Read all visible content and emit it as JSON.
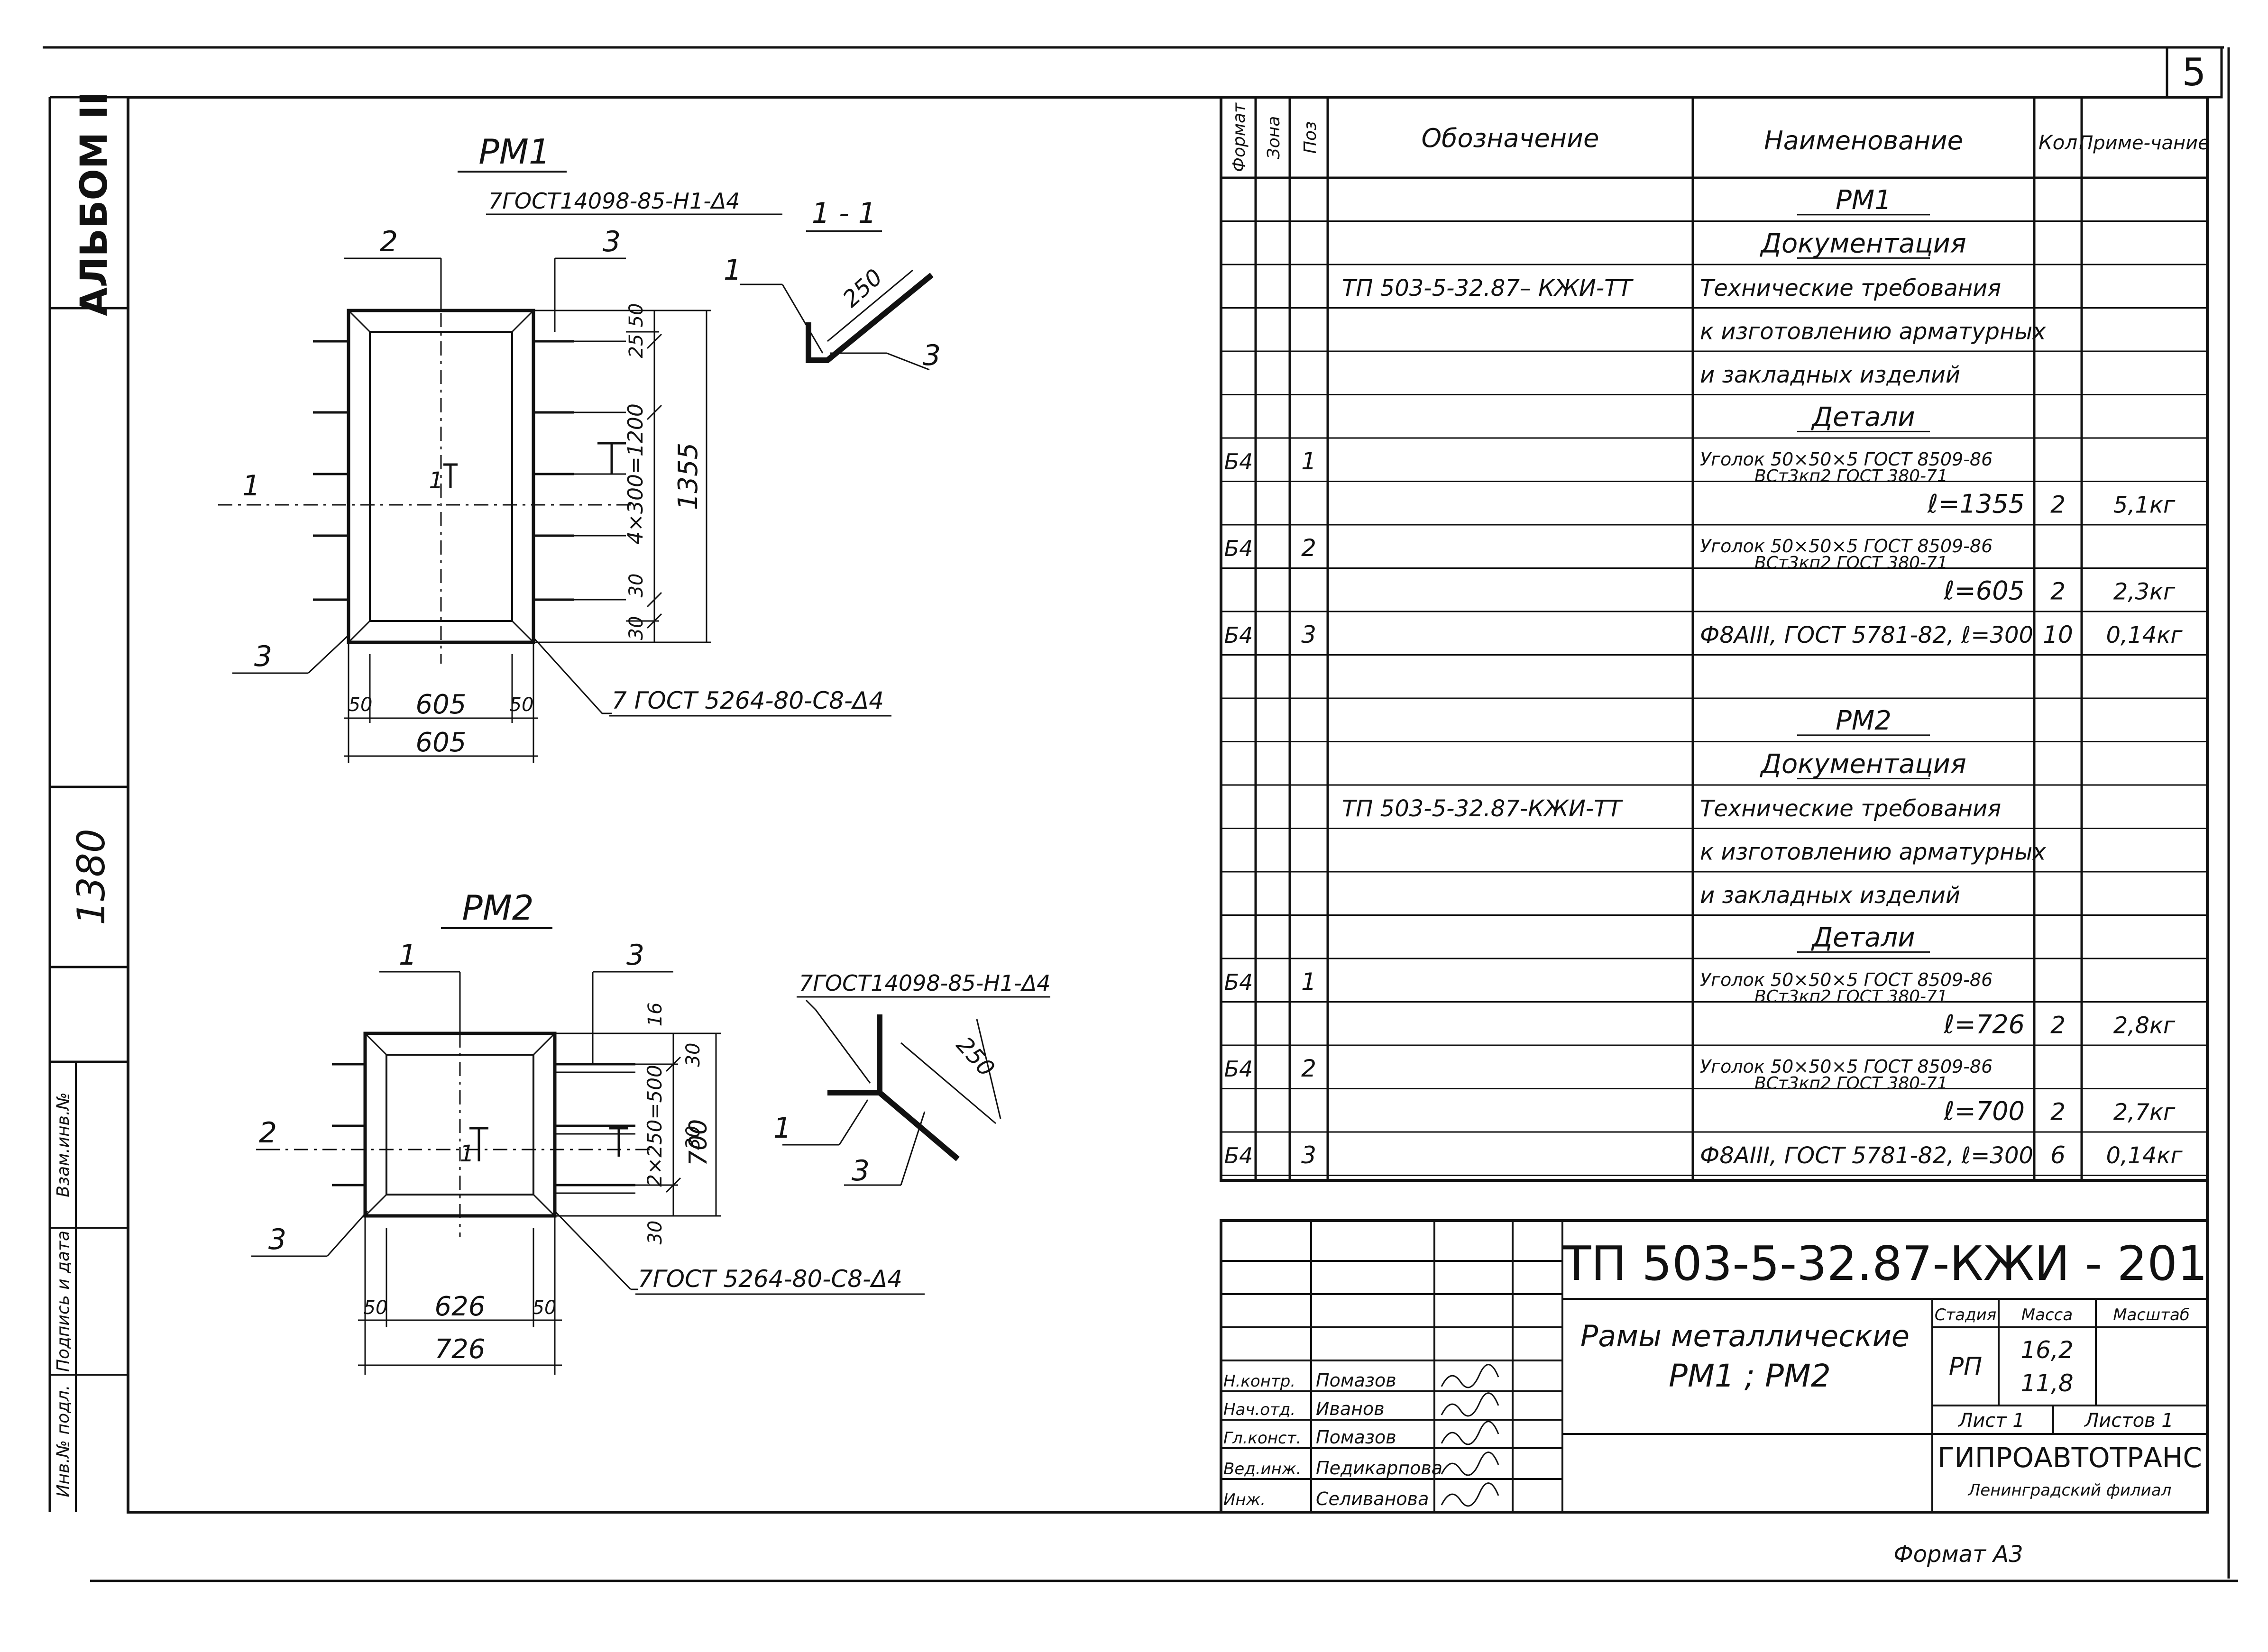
{
  "sheet": {
    "page_number": "5",
    "album": "АЛЬБОМ II",
    "album_number": "1380",
    "side_stamp": [
      "Инв.№ подл.",
      "Подпись и дата",
      "Взам.инв.№"
    ],
    "format": "Формат А3"
  },
  "drawings": {
    "rm1": {
      "title": "РМ1",
      "weld_top": "7ГОСТ14098-85-Н1-Δ4",
      "weld_bottom": "7 ГОСТ 5264-80-С8-Δ4",
      "section_label": "1 - 1",
      "section_dim": "250",
      "positions": [
        "1",
        "2",
        "3",
        "3",
        "1",
        "3"
      ],
      "dims": {
        "d50a": "50",
        "d25": "25",
        "d4x300": "4×300=1200",
        "d30": "30",
        "d30b": "30",
        "d1355": "1355",
        "bw50a": "50",
        "bw605": "605",
        "bw50b": "50",
        "bw605_total": "605"
      },
      "section_mark": "1"
    },
    "rm2": {
      "title": "РМ2",
      "weld_top": "7ГОСТ14098-85-Н1-Δ4",
      "weld_bottom": "7ГОСТ 5264-80-С8-Δ4",
      "section_dim": "250",
      "positions": [
        "1",
        "3",
        "2",
        "3",
        "1",
        "3"
      ],
      "dims": {
        "d16": "16",
        "d30": "30",
        "d2x250": "2×250=500",
        "d30b": "30",
        "d700": "700",
        "d30c": "30",
        "bw50a": "50",
        "bw626": "626",
        "bw50b": "50",
        "bw726": "726"
      },
      "section_mark": "1"
    }
  },
  "spec": {
    "headers": {
      "format": "Формат",
      "zone": "Зона",
      "pos": "Поз",
      "designation": "Обозначение",
      "name": "Наименование",
      "qty": "Кол",
      "note": "Приме-чание"
    },
    "rows": [
      {
        "f": "",
        "z": "",
        "p": "",
        "d": "",
        "n": "РМ1",
        "n2": "",
        "q": "",
        "m": "",
        "style": "title"
      },
      {
        "f": "",
        "z": "",
        "p": "",
        "d": "",
        "n": "Документация",
        "n2": "",
        "q": "",
        "m": "",
        "style": "title"
      },
      {
        "f": "",
        "z": "",
        "p": "",
        "d": "ТП 503-5-32.87– КЖИ-ТТ",
        "n": "Технические требования",
        "n2": "",
        "q": "",
        "m": "",
        "style": ""
      },
      {
        "f": "",
        "z": "",
        "p": "",
        "d": "",
        "n": "к изготовлению арматурных",
        "n2": "",
        "q": "",
        "m": "",
        "style": ""
      },
      {
        "f": "",
        "z": "",
        "p": "",
        "d": "",
        "n": "и закладных изделий",
        "n2": "",
        "q": "",
        "m": "",
        "style": ""
      },
      {
        "f": "",
        "z": "",
        "p": "",
        "d": "",
        "n": "Детали",
        "n2": "",
        "q": "",
        "m": "",
        "style": "title"
      },
      {
        "f": "Б4",
        "z": "",
        "p": "1",
        "d": "",
        "n": "Уголок 50×50×5 ГОСТ 8509-86",
        "n2": "ВСт3кп2 ГОСТ 380-71",
        "q": "",
        "m": "",
        "style": "frac"
      },
      {
        "f": "",
        "z": "",
        "p": "",
        "d": "",
        "n": "ℓ=1355",
        "n2": "",
        "q": "2",
        "m": "5,1кг",
        "style": "right"
      },
      {
        "f": "Б4",
        "z": "",
        "p": "2",
        "d": "",
        "n": "Уголок 50×50×5 ГОСТ 8509-86",
        "n2": "ВСт3кп2 ГОСТ 380-71",
        "q": "",
        "m": "",
        "style": "frac"
      },
      {
        "f": "",
        "z": "",
        "p": "",
        "d": "",
        "n": "ℓ=605",
        "n2": "",
        "q": "2",
        "m": "2,3кг",
        "style": "right"
      },
      {
        "f": "Б4",
        "z": "",
        "p": "3",
        "d": "",
        "n": "Ф8АIII, ГОСТ 5781-82, ℓ=300",
        "n2": "",
        "q": "10",
        "m": "0,14кг",
        "style": ""
      },
      {
        "f": "",
        "z": "",
        "p": "",
        "d": "",
        "n": "",
        "n2": "",
        "q": "",
        "m": "",
        "style": ""
      },
      {
        "f": "",
        "z": "",
        "p": "",
        "d": "",
        "n": "РМ2",
        "n2": "",
        "q": "",
        "m": "",
        "style": "title"
      },
      {
        "f": "",
        "z": "",
        "p": "",
        "d": "",
        "n": "Документация",
        "n2": "",
        "q": "",
        "m": "",
        "style": "title"
      },
      {
        "f": "",
        "z": "",
        "p": "",
        "d": "ТП 503-5-32.87-КЖИ-ТТ",
        "n": "Технические требования",
        "n2": "",
        "q": "",
        "m": "",
        "style": ""
      },
      {
        "f": "",
        "z": "",
        "p": "",
        "d": "",
        "n": "к изготовлению арматурных",
        "n2": "",
        "q": "",
        "m": "",
        "style": ""
      },
      {
        "f": "",
        "z": "",
        "p": "",
        "d": "",
        "n": "и закладных изделий",
        "n2": "",
        "q": "",
        "m": "",
        "style": ""
      },
      {
        "f": "",
        "z": "",
        "p": "",
        "d": "",
        "n": "Детали",
        "n2": "",
        "q": "",
        "m": "",
        "style": "title"
      },
      {
        "f": "Б4",
        "z": "",
        "p": "1",
        "d": "",
        "n": "Уголок 50×50×5 ГОСТ 8509-86",
        "n2": "ВСт3кп2 ГОСТ 380-71",
        "q": "",
        "m": "",
        "style": "frac"
      },
      {
        "f": "",
        "z": "",
        "p": "",
        "d": "",
        "n": "ℓ=726",
        "n2": "",
        "q": "2",
        "m": "2,8кг",
        "style": "right"
      },
      {
        "f": "Б4",
        "z": "",
        "p": "2",
        "d": "",
        "n": "Уголок 50×50×5 ГОСТ 8509-86",
        "n2": "ВСт3кп2 ГОСТ 380-71",
        "q": "",
        "m": "",
        "style": "frac"
      },
      {
        "f": "",
        "z": "",
        "p": "",
        "d": "",
        "n": "ℓ=700",
        "n2": "",
        "q": "2",
        "m": "2,7кг",
        "style": "right"
      },
      {
        "f": "Б4",
        "z": "",
        "p": "3",
        "d": "",
        "n": "Ф8АIII, ГОСТ 5781-82, ℓ=300",
        "n2": "",
        "q": "6",
        "m": "0,14кг",
        "style": ""
      }
    ]
  },
  "title_block": {
    "code": "ТП 503-5-32.87-КЖИ - 201",
    "name_line1": "Рамы металлические",
    "name_line2": "РМ1 ; РМ2",
    "stage_label": "Стадия",
    "mass_label": "Масса",
    "scale_label": "Масштаб",
    "stage_value": "РП",
    "mass_values": [
      "16,2",
      "11,8"
    ],
    "sheet_label": "Лист 1",
    "sheets_label": "Листов 1",
    "org": "ГИПРОАВТОТРАНС",
    "org_sub": "Ленинградский филиал",
    "people": [
      {
        "role": "Н.контр.",
        "name": "Помазов"
      },
      {
        "role": "Нач.отд.",
        "name": "Иванов"
      },
      {
        "role": "Гл.конст.",
        "name": "Помазов"
      },
      {
        "role": "Вед.инж.",
        "name": "Педикарпова"
      },
      {
        "role": "Инж.",
        "name": "Селиванова"
      }
    ]
  }
}
